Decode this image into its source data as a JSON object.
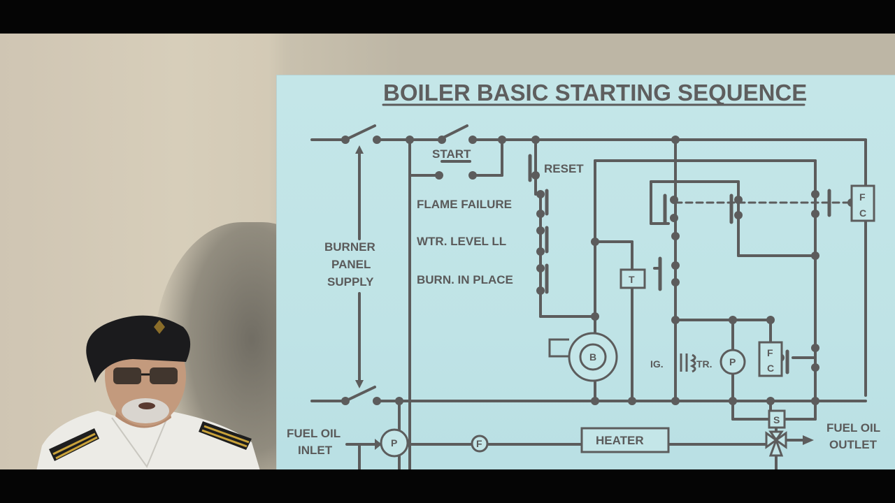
{
  "slide": {
    "title": "BOILER BASIC STARTING SEQUENCE",
    "labels": {
      "start": "START",
      "reset": "RESET",
      "flame_failure": "FLAME FAILURE",
      "water_level": "WTR. LEVEL LL",
      "burner_in_place": "BURN. IN PLACE",
      "supply_1": "BURNER",
      "supply_2": "PANEL",
      "supply_3": "SUPPLY",
      "timer": "T",
      "blower": "B",
      "ignition": "IG.",
      "transformer": "TR.",
      "pump": "P",
      "flame_control_top_f": "F",
      "flame_control_top_c": "C",
      "flame_control_mid_f": "F",
      "flame_control_mid_c": "C",
      "solenoid": "S",
      "heater": "HEATER",
      "filter": "F",
      "inlet_1": "FUEL OIL",
      "inlet_2": "INLET",
      "outlet_1": "FUEL OIL",
      "outlet_2": "OUTLET",
      "fuel_pump": "P"
    }
  },
  "colors": {
    "slide_bg": "#c4e6e8",
    "line": "#5c5c5c",
    "wall": "#d3cab6"
  }
}
